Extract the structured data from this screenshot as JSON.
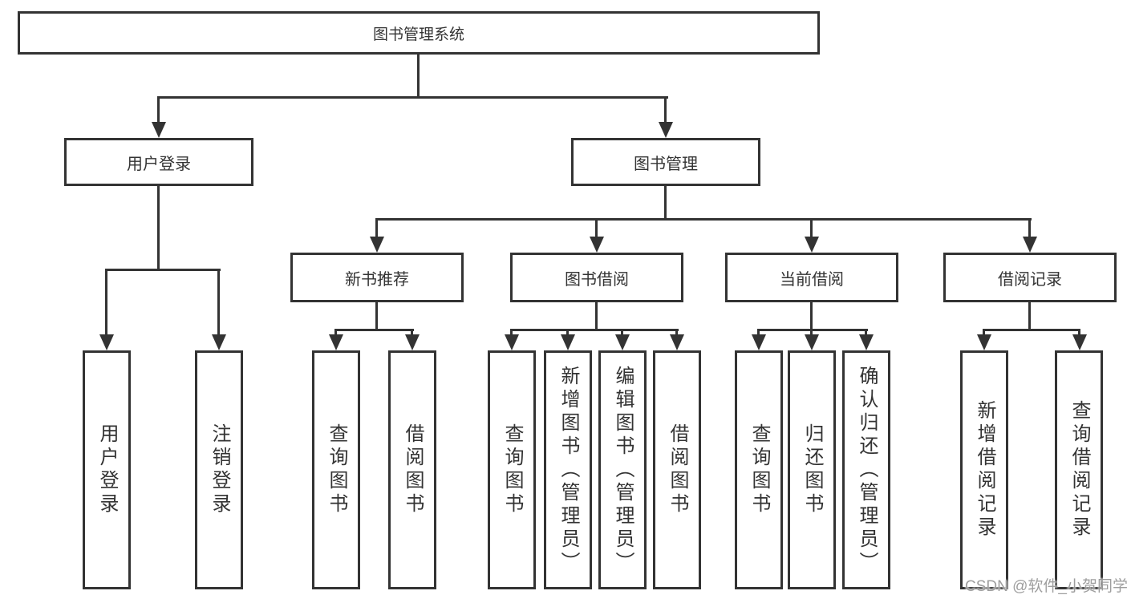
{
  "diagram": {
    "root": "图书管理系统",
    "level2": {
      "user_login": "用户登录",
      "book_management": "图书管理"
    },
    "level3": {
      "new_books": "新书推荐",
      "book_borrow": "图书借阅",
      "current_borrow": "当前借阅",
      "borrow_records": "借阅记录"
    },
    "leaves": {
      "user_login": {
        "login": "用户登录",
        "logout": "注销登录"
      },
      "new_books": {
        "query": "查询图书",
        "borrow": "借阅图书"
      },
      "book_borrow": {
        "query": "查询图书",
        "add": "新增图书（管理员）",
        "edit": "编辑图书（管理员）",
        "borrow": "借阅图书"
      },
      "current_borrow": {
        "query": "查询图书",
        "return": "归还图书",
        "confirm": "确认归还（管理员）"
      },
      "borrow_records": {
        "add": "新增借阅记录",
        "query": "查询借阅记录"
      }
    },
    "watermark": "CSDN @软件_小贺同学",
    "colors": {
      "line": "#333333",
      "text": "#333333",
      "background": "#ffffff",
      "watermark": "#969696"
    }
  }
}
